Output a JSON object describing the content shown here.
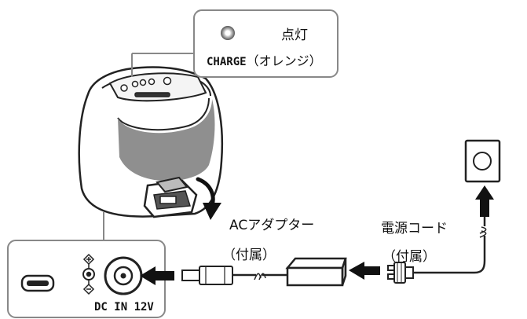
{
  "callout": {
    "status": "点灯",
    "indicator_name": "CHARGE",
    "indicator_color": "（オレンジ）",
    "led_color": "#f08a24"
  },
  "inset": {
    "port_label": "DC IN 12V"
  },
  "adapter": {
    "name": "ACアダプター",
    "supplied": "（付属）"
  },
  "power_cord": {
    "name": "電源コード",
    "supplied": "（付属）"
  },
  "icons": [
    "led-indicator-icon",
    "dc-polarity-icon",
    "outlet-icon",
    "plug-icon",
    "usb-port-icon"
  ]
}
